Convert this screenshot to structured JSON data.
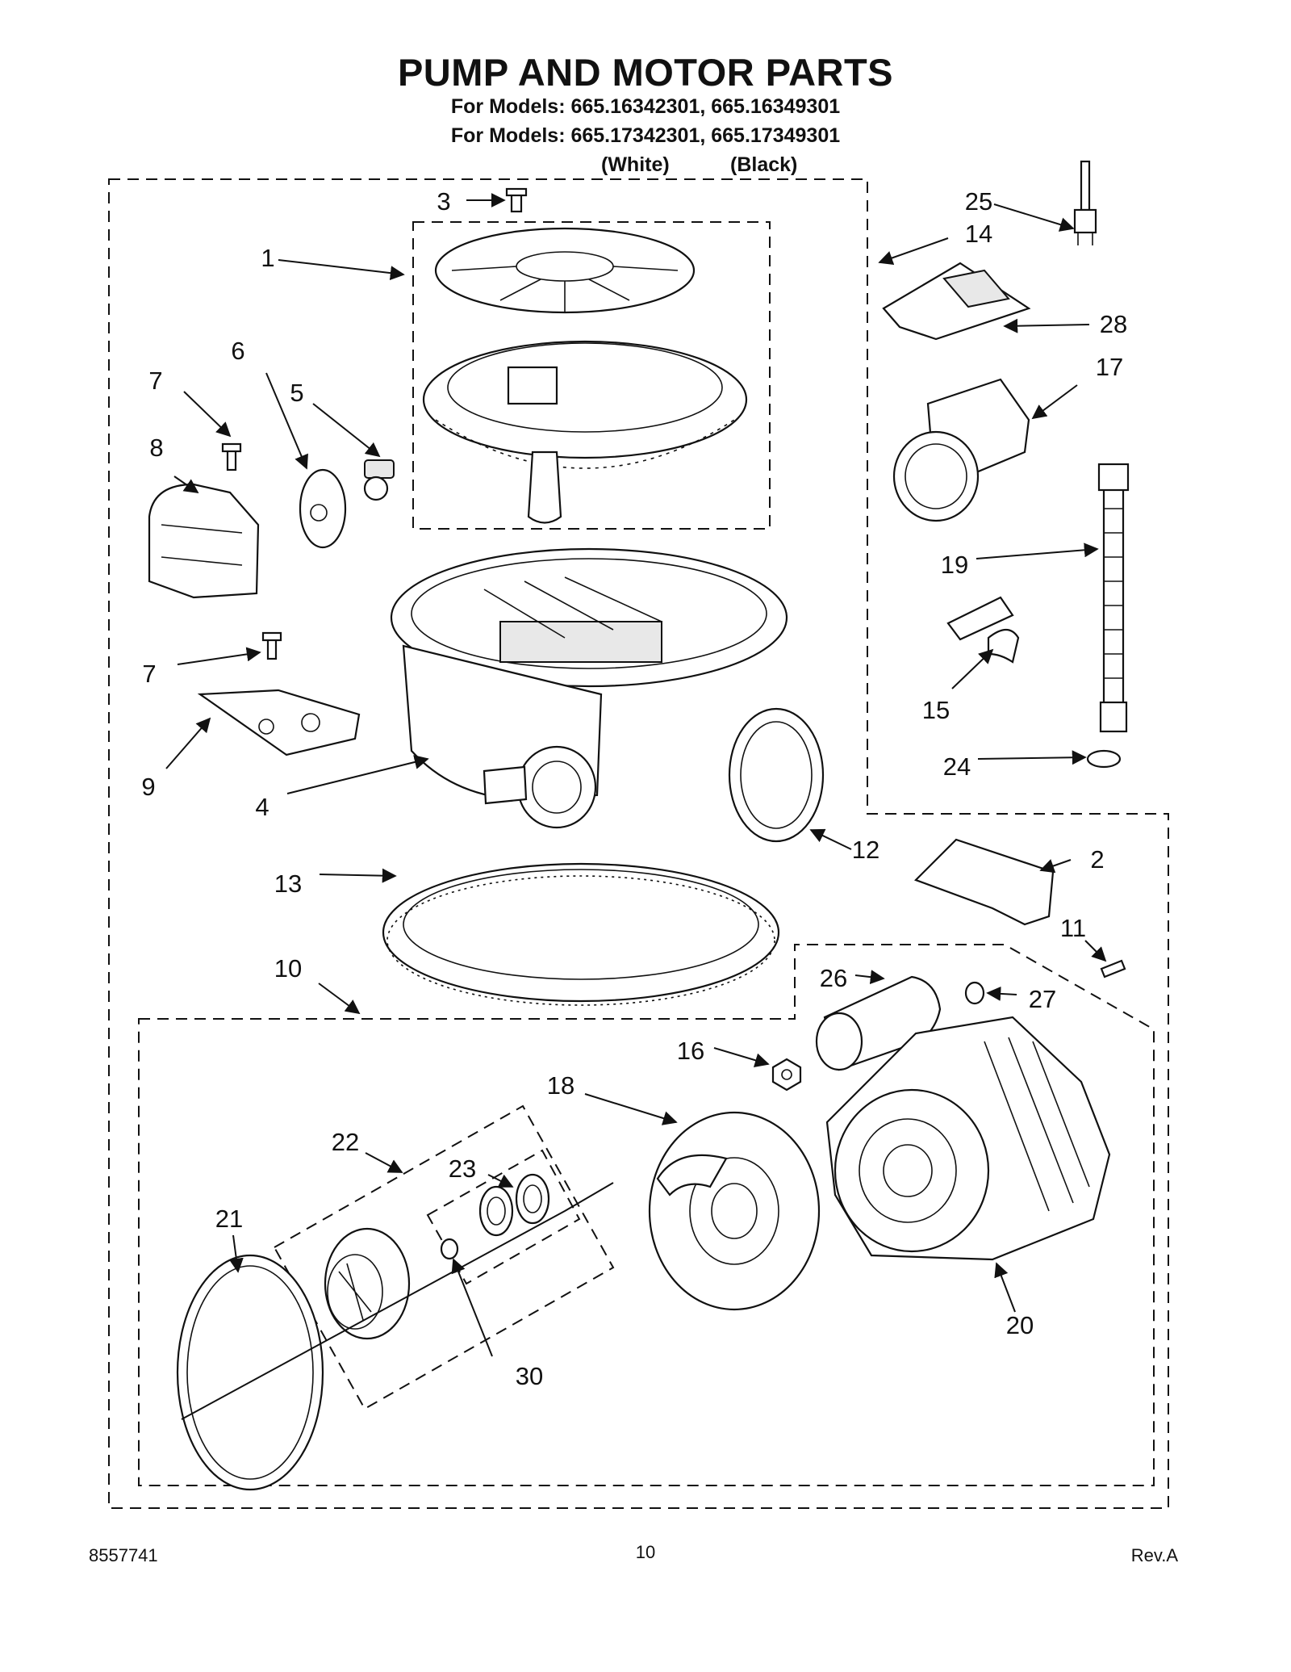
{
  "title": "PUMP AND MOTOR PARTS",
  "models_line1": "For Models: 665.16342301, 665.16349301",
  "models_line2": "For Models: 665.17342301, 665.17349301",
  "variants": {
    "white": "(White)",
    "black": "(Black)"
  },
  "callouts": {
    "c1": "1",
    "c2": "2",
    "c3": "3",
    "c4": "4",
    "c5": "5",
    "c6": "6",
    "c7a": "7",
    "c7b": "7",
    "c8": "8",
    "c9": "9",
    "c10": "10",
    "c11": "11",
    "c12": "12",
    "c13": "13",
    "c14": "14",
    "c15": "15",
    "c16": "16",
    "c17": "17",
    "c18": "18",
    "c19": "19",
    "c20": "20",
    "c21": "21",
    "c22": "22",
    "c23": "23",
    "c24": "24",
    "c25": "25",
    "c26": "26",
    "c27": "27",
    "c28": "28",
    "c30": "30"
  },
  "footer": {
    "doc_number": "8557741",
    "page": "10",
    "revision": "Rev.A"
  }
}
